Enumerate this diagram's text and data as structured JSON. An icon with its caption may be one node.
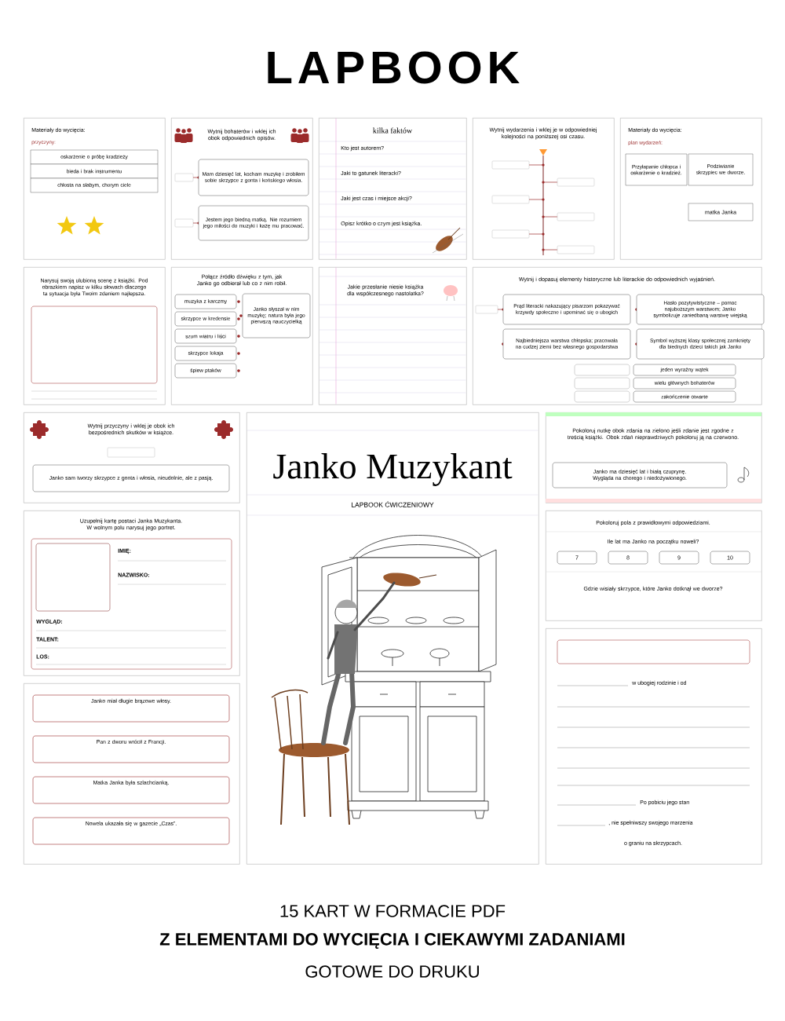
{
  "diagram": {
    "title": "LAPBOOK",
    "nodes": [
      {
        "text": [
          "Wytnij bohaterów i wklej ich obok odpowiednich opisów.",
          "Mam dziesięć lat, kocham muzykę i zrobiłem sobie skrzypce z gonta i końskiego włosia.",
          "Jestem jego biedną matką. Nie rozumiem jego miłości do muzyki i każę mu pracować."
        ]
      },
      {
        "text": [
          "kilka faktów",
          "Kto jest autorem?",
          "Jaki to gatunek literacki?",
          "Jaki jest czas i miejsce akcji?",
          "Opisz krótko o czym jest książka."
        ]
      },
      {
        "text": [
          "Wytnij wydarzenia i wklej je w odpowiedniej kolejności na poniższej osi czasu."
        ]
      },
      {
        "text": [
          "Materiały do wycięcia:",
          "plan wydarzeń:",
          "Przyłapanie chłopca i oskarżenie o kradzież.",
          "Podziwianie skrzypiec we dworze.",
          "matka Janka"
        ]
      },
      {
        "text": [
          "Jakie przesłanie niesie książka dla współczesnego nastolatka?"
        ]
      },
      {
        "text": [
          "Wytnij i dopasuj elementy historyczne lub literackie do odpowiednich wyjaśnień.",
          "Prąd literacki nakazujący pisarzom pokazywać krzywdy społeczne i upominać się o ubogich",
          "Hasło pozytywistyczne – pomoc najuboższym warstwom; Janko symbolizuje zaniedbaną warstwę wiejską",
          "Najbiedniejsza warstwa chłopska; pracowała na cudzej ziemi bez własnego gospodarstwa",
          "Symbol wyższej klasy społecznej zamknięty dla biednych dzieci takich jak Janko",
          "jeden wyraźny wątek",
          "wielu głównych bohaterów",
          "zakończenie otwarte"
        ]
      },
      {
        "text": [
          "Materiały do wycięcia:",
          "przyczyny:",
          "oskarżenie o próbę kradzieży",
          "bieda i brak instrumentu",
          "chłosta na słabym, chorym ciele"
        ]
      },
      {
        "text": [
          "Narysuj swoją ulubioną scenę z książki. Pod obrazkiem napisz w kilku słowach dlaczego ta sytuacja była Twoim zdaniem najlepsza."
        ]
      },
      {
        "text": [
          "Połącz źródło dźwięku z tym, jak Janko go odbierał lub co z nim robił.",
          "muzyka z karczmy",
          "skrzypce w kredensie",
          "szum wiatru i liści",
          "skrzypce lokaja",
          "śpiew ptaków",
          "Janko słyszał w nim muzykę; natura była jego pierwszą nauczycielką"
        ]
      },
      {
        "text": [
          "Wytnij przyczyny i wklej je obok ich bezpośrednich skutków w książce.",
          "Janko sam tworzy skrzypce z gonta i włosia, nieudolnie, ale z pasją."
        ]
      },
      {
        "text": [
          "Uzupełnij kartę postaci Janka Muzykanta. W wolnym polu narysuj jego portret.",
          "IMIĘ:",
          "NAZWISKO:",
          "WYGLĄD:",
          "TALENT:",
          "LOS:"
        ]
      },
      {
        "text": [
          "Janko miał długie brązowe włosy.",
          "Pan z dworu wrócił z Francji.",
          "Matka Janka była szlachcianką.",
          "Nowela ukazała się w gazecie „Czas”."
        ]
      },
      {
        "text": [
          "Pokoloruj nutkę obok zdania na zielono jeśli zdanie jest zgodne z treścią książki. Obok zdań nieprawdziwych pokoloruj ją na czerwono.",
          "Janko ma dziesięć lat i białą czuprynę. Wygląda na chorego i niedożywionego."
        ]
      },
      {
        "text": [
          "Pokoloruj pola z prawidłowymi odpowiedziami.",
          "Ile lat ma Janko na początku noweli?",
          "7",
          "8",
          "9",
          "10",
          "Gdzie wisiały skrzypce, które Janko dotknął we dworze?"
        ]
      },
      {
        "text": [
          "w ubogiej rodzinie i od",
          "Po pobiciu jego stan",
          ", nie spełniwszy swojego marzenia",
          "o graniu na skrzypcach."
        ]
      },
      {
        "text": [
          "Janko Muzykant",
          "LAPBOOK ĆWICZENIOWY"
        ]
      }
    ],
    "labels": [
      "15 KART W FORMACIE PDF",
      "Z ELEMENTAMI DO WYCIĘCIA I CIEKAWYMI ZADANIAMI",
      "GOTOWE DO DRUKU"
    ]
  }
}
